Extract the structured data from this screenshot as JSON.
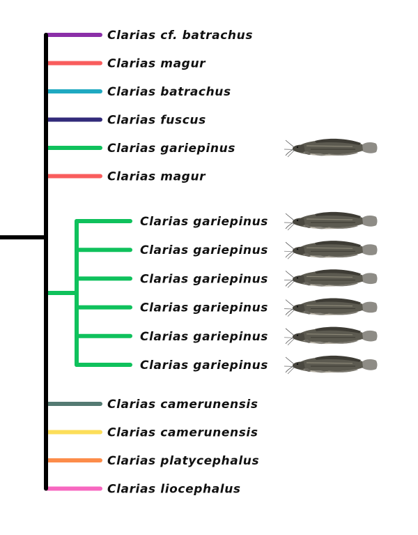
{
  "tree": {
    "leaves": [
      {
        "label": "Clarias cf. batrachus",
        "color": "#8b2fa8",
        "has_image": false
      },
      {
        "label": "Clarias magur",
        "color": "#f95d5d",
        "has_image": false
      },
      {
        "label": "Clarias batrachus",
        "color": "#1fa9c1",
        "has_image": false
      },
      {
        "label": "Clarias fuscus",
        "color": "#322a7a",
        "has_image": false
      },
      {
        "label": "Clarias gariepinus",
        "color": "#0fc15c",
        "has_image": true
      },
      {
        "label": "Clarias magur",
        "color": "#f95d5d",
        "has_image": false
      }
    ],
    "clade": {
      "color": "#0fc15c",
      "leaves": [
        {
          "label": "Clarias gariepinus",
          "has_image": true
        },
        {
          "label": "Clarias gariepinus",
          "has_image": true
        },
        {
          "label": "Clarias gariepinus",
          "has_image": true
        },
        {
          "label": "Clarias gariepinus",
          "has_image": true
        },
        {
          "label": "Clarias gariepinus",
          "has_image": true
        },
        {
          "label": "Clarias gariepinus",
          "has_image": true
        }
      ]
    },
    "leaves_after": [
      {
        "label": "Clarias camerunensis",
        "color": "#547a72",
        "has_image": false
      },
      {
        "label": "Clarias camerunensis",
        "color": "#fcde5a",
        "has_image": false
      },
      {
        "label": "Clarias platycephalus",
        "color": "#fc8c4a",
        "has_image": false
      },
      {
        "label": "Clarias liocephalus",
        "color": "#f767c0",
        "has_image": false
      }
    ],
    "trunk_color": "#000000",
    "icon": "catfish-icon"
  }
}
